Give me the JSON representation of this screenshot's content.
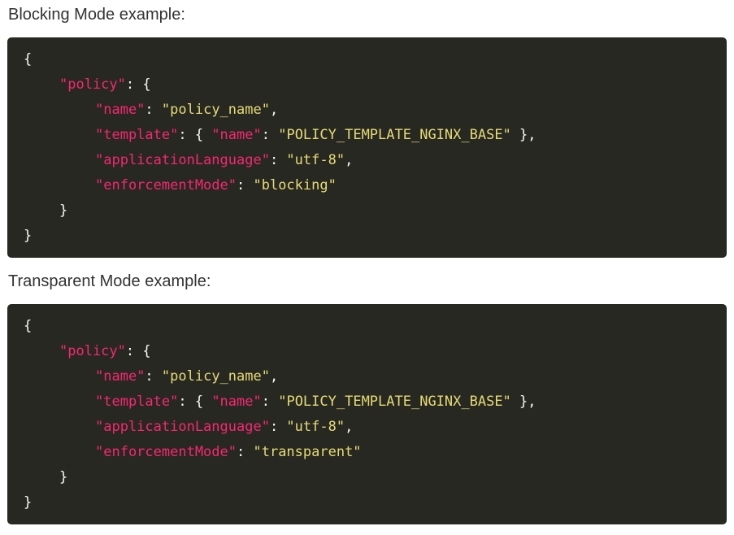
{
  "sections": [
    {
      "caption": "Blocking Mode example:",
      "code": {
        "open_brace": "{",
        "policy_key": "\"policy\"",
        "name_key": "\"name\"",
        "name_value": "\"policy_name\"",
        "template_key": "\"template\"",
        "template_name_key": "\"name\"",
        "template_name_value": "\"POLICY_TEMPLATE_NGINX_BASE\"",
        "app_lang_key": "\"applicationLanguage\"",
        "app_lang_value": "\"utf-8\"",
        "enforcement_key": "\"enforcementMode\"",
        "enforcement_value": "\"blocking\"",
        "inner_close_brace": "}",
        "close_brace": "}"
      }
    },
    {
      "caption": "Transparent Mode example:",
      "code": {
        "open_brace": "{",
        "policy_key": "\"policy\"",
        "name_key": "\"name\"",
        "name_value": "\"policy_name\"",
        "template_key": "\"template\"",
        "template_name_key": "\"name\"",
        "template_name_value": "\"POLICY_TEMPLATE_NGINX_BASE\"",
        "app_lang_key": "\"applicationLanguage\"",
        "app_lang_value": "\"utf-8\"",
        "enforcement_key": "\"enforcementMode\"",
        "enforcement_value": "\"transparent\"",
        "inner_close_brace": "}",
        "close_brace": "}"
      }
    }
  ],
  "colors": {
    "code_background": "#272822",
    "key_color": "#f92672",
    "string_color": "#e6db74",
    "punctuation_color": "#f8f8f2",
    "caption_color": "#333333"
  }
}
